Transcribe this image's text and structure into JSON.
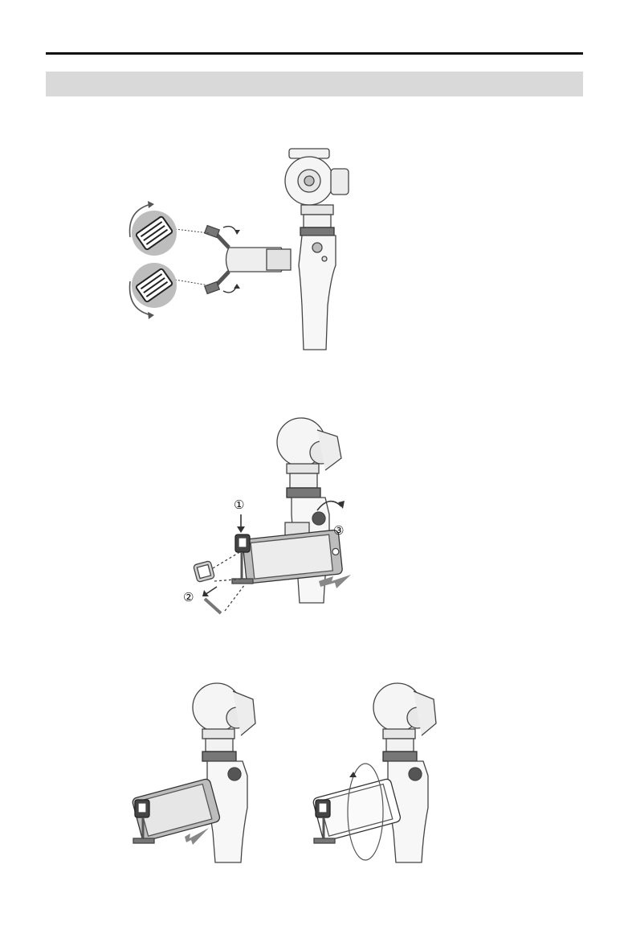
{
  "figures": {
    "rotate_clamp": {
      "icon": "gimbal-rotate-clamp-illustration"
    },
    "attach_phone": {
      "icon": "gimbal-attach-phone-illustration",
      "steps": [
        {
          "label": "①"
        },
        {
          "label": "②"
        },
        {
          "label": "③"
        }
      ]
    },
    "landscape_mount": {
      "icon": "gimbal-landscape-phone-illustration"
    },
    "portrait_rotate": {
      "icon": "gimbal-rotate-phone-illustration"
    }
  },
  "colors": {
    "rule": "#111111",
    "section_bar": "#d9d9d9",
    "line": "#444444",
    "fill_light": "#f2f2f2",
    "fill_mid": "#bdbdbd",
    "fill_dark": "#777777"
  }
}
